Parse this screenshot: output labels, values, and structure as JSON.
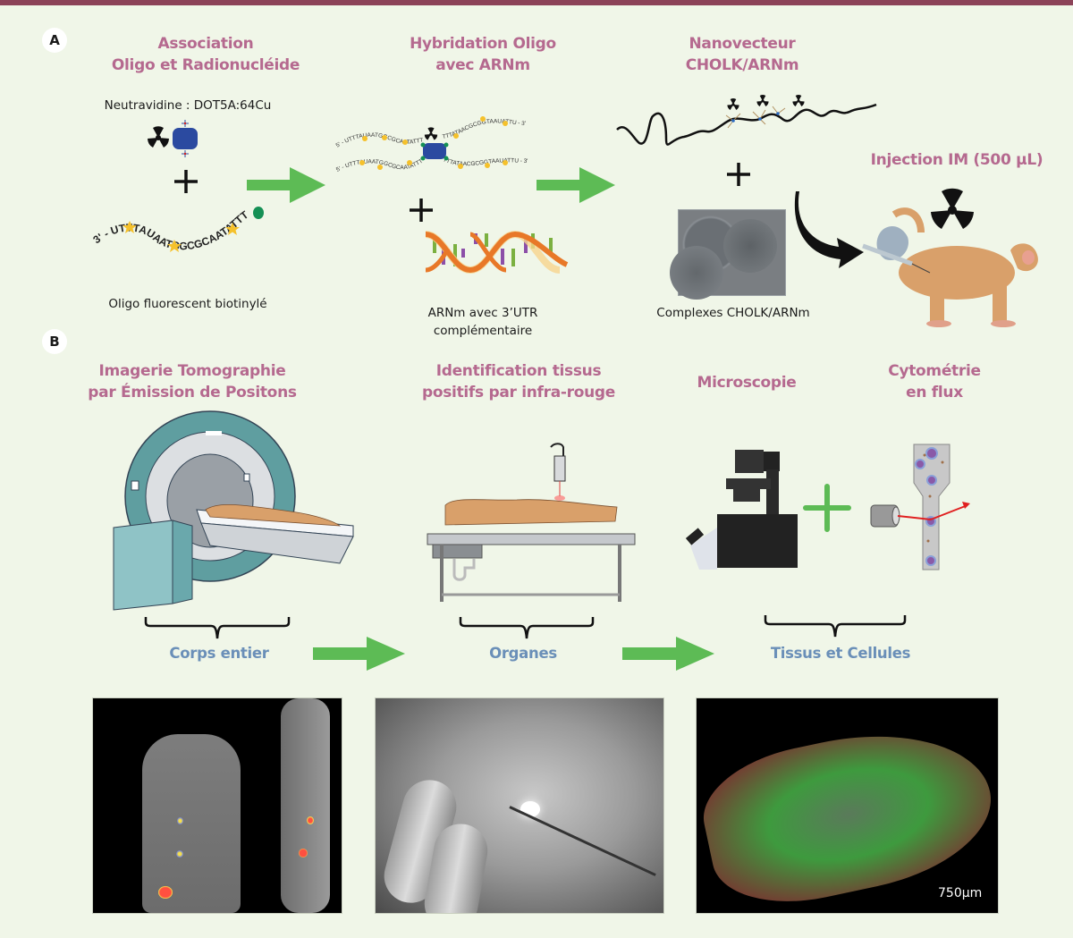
{
  "colors": {
    "background": "#f0f6e8",
    "top_bar": "#8c4358",
    "heading": "#b5698f",
    "stage_label": "#6a8fb8",
    "arrow": "#5dbb55",
    "neutravidin": "#2b4aa0",
    "biotin": "#159055",
    "star": "#f5c12b"
  },
  "panel_a": {
    "badge": "A",
    "steps": [
      {
        "heading_line1": "Association",
        "heading_line2": "Oligo et Radionucléide",
        "label_top": "Neutravidine : DOT5A:64Cu",
        "oligo_sequence": "3' - UTTTAUAATGGCGCAATATTT",
        "caption": "Oligo fluorescent biotinylé"
      },
      {
        "heading_line1": "Hybridation Oligo",
        "heading_line2": "avec ARNm",
        "strand_top_left": "5' - UTTTAUAATGGCGCAATATTT",
        "strand_bottom_left": "5' - UTTTAUAATGGCGCAATATTT",
        "strand_top_right": "TTTATAACGCGGTAAUATTU - 3'",
        "strand_bottom_right": "TTTATAACGCGGTAAUATTU - 3'",
        "caption_line1": "ARNm avec 3’UTR",
        "caption_line2": "complémentaire"
      },
      {
        "heading_line1": "Nanovecteur",
        "heading_line2": "CHOLK/ARNm",
        "caption": "Complexes CHOLK/ARNm"
      },
      {
        "heading": "Injection IM (500 µL)"
      }
    ],
    "icons": [
      "radiation-icon",
      "plus-icon",
      "arrow-right-icon",
      "curved-arrow-icon",
      "monkey-illustration",
      "syringe-icon"
    ]
  },
  "panel_b": {
    "badge": "B",
    "methods": [
      {
        "heading_line1": "Imagerie Tomographie",
        "heading_line2": "par Émission de Positons"
      },
      {
        "heading_line1": "Identification tissus",
        "heading_line2": "positifs par infra-rouge"
      },
      {
        "heading": "Microscopie"
      },
      {
        "heading_line1": "Cytométrie",
        "heading_line2": "en flux"
      }
    ],
    "stages": [
      "Corps entier",
      "Organes",
      "Tissus et Cellules"
    ],
    "images": [
      {
        "alt": "PET/CT scan coronal and sagittal"
      },
      {
        "alt": "Near-infrared fluorescence surgical view"
      },
      {
        "alt": "Fluorescence microscopy tissue section",
        "scale_bar": "750µm"
      }
    ]
  }
}
